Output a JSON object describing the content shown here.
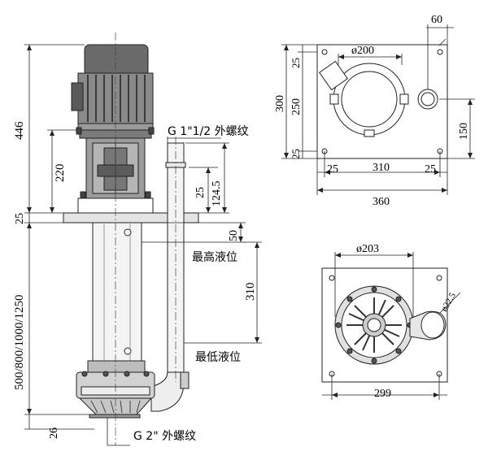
{
  "dimensions": {
    "d60": "60",
    "d200": "ø200",
    "d300": "300",
    "d250": "250",
    "d25_top": "25",
    "d25_bot": "25",
    "d150": "150",
    "d25_l": "25",
    "d310_top": "310",
    "d25_r": "25",
    "d360": "360",
    "d446": "446",
    "d220": "220",
    "d25_flange": "25",
    "d25_small": "25",
    "d124_5": "124.5",
    "d50": "50",
    "d310_side": "310",
    "d_len": "500/800/1000/1250",
    "d26": "26",
    "d203": "ø203",
    "d22_5": "ø22.5",
    "d299": "299"
  },
  "labels": {
    "thread_top": "G 1\"1/2 外螺纹",
    "thread_bot": "G 2\" 外螺纹",
    "max_level": "最高液位",
    "min_level": "最低液位"
  }
}
